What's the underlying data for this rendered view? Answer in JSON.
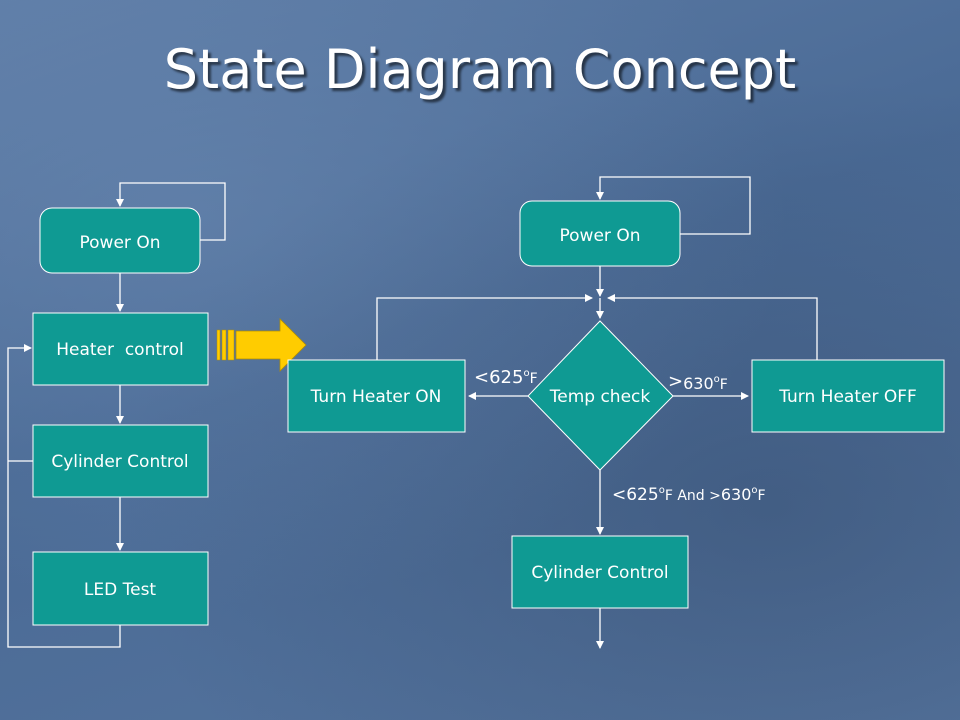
{
  "title": "State Diagram Concept",
  "left_flow": {
    "power_on": "Power On",
    "heater_control": "Heater  control",
    "cylinder_control": "Cylinder Control",
    "led_test": "LED Test"
  },
  "right_flow": {
    "power_on": "Power On",
    "temp_check": "Temp check",
    "turn_heater_on": "Turn Heater ON",
    "turn_heater_off": "Turn Heater OFF",
    "cylinder_control": "Cylinder Control"
  },
  "edge_labels": {
    "low": {
      "prefix": "<625",
      "sup": "o",
      "unit": "F"
    },
    "high": {
      "prefix": ">",
      "num": "630",
      "sup": "o",
      "unit": "F"
    },
    "mid": {
      "a": "<625",
      "a_sup": "o",
      "a_unit": "F And >",
      "b": "630",
      "b_sup": "o",
      "b_unit": "F"
    }
  },
  "colors": {
    "box_fill": "#0f9a93",
    "box_stroke": "#ffffff",
    "line": "#ffffff",
    "arrow_fill": "#ffcc00"
  }
}
